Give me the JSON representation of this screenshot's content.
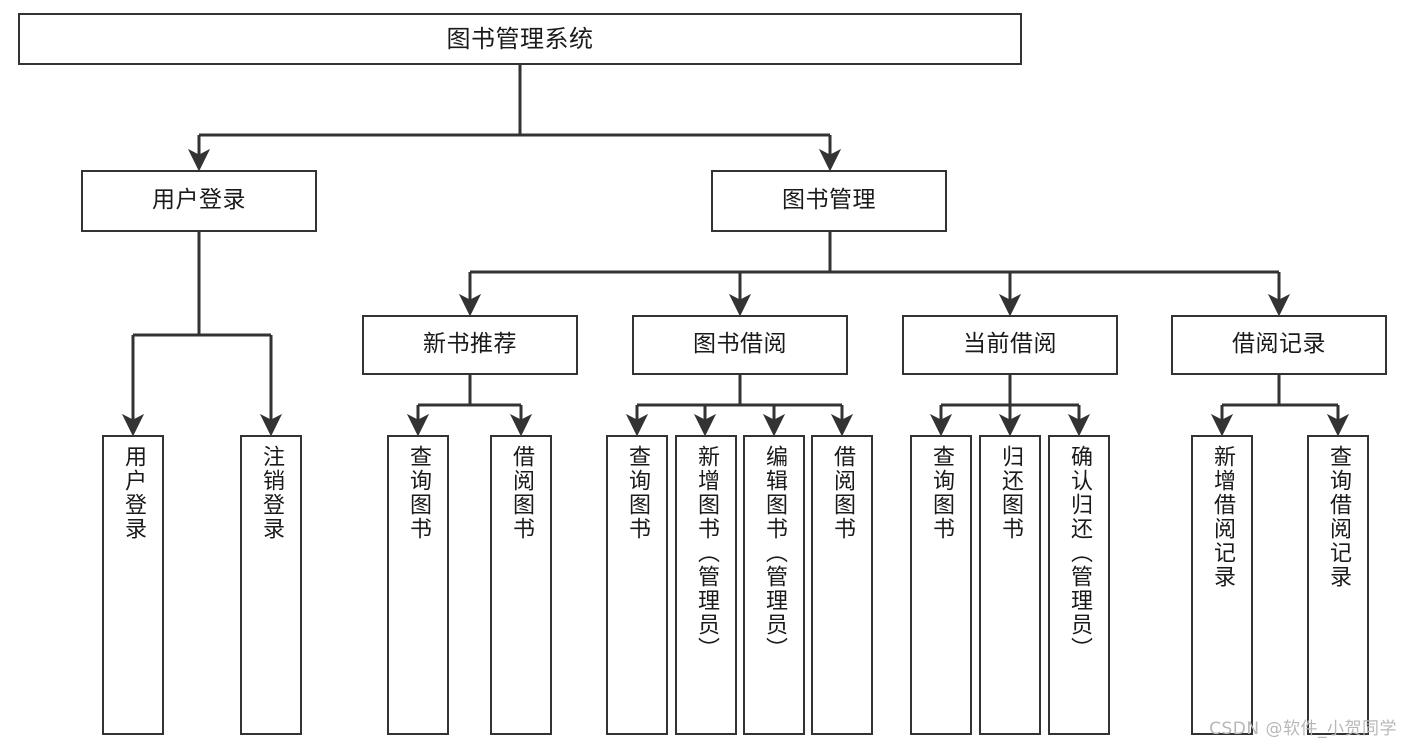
{
  "diagram": {
    "title": "图书管理系统",
    "type": "tree",
    "watermark": "CSDN @软件_小贺同学",
    "colors": {
      "background": "#ffffff",
      "border": "#333333",
      "text": "#1a1a1a",
      "connector": "#333333",
      "watermark": "#b8b8b8"
    },
    "nodes": {
      "root": {
        "label": "图书管理系统"
      },
      "level2": [
        {
          "label": "用户登录"
        },
        {
          "label": "图书管理"
        }
      ],
      "level3": [
        {
          "label": "新书推荐"
        },
        {
          "label": "图书借阅"
        },
        {
          "label": "当前借阅"
        },
        {
          "label": "借阅记录"
        }
      ],
      "leaves": {
        "user_login": [
          {
            "label": "用户登录"
          },
          {
            "label": "注销登录"
          }
        ],
        "new_book": [
          {
            "label": "查询图书"
          },
          {
            "label": "借阅图书"
          }
        ],
        "book_borrow": [
          {
            "label": "查询图书"
          },
          {
            "label": "新增图书（管理员）"
          },
          {
            "label": "编辑图书（管理员）"
          },
          {
            "label": "借阅图书"
          }
        ],
        "current_borrow": [
          {
            "label": "查询图书"
          },
          {
            "label": "归还图书"
          },
          {
            "label": "确认归还（管理员）"
          }
        ],
        "borrow_record": [
          {
            "label": "新增借阅记录"
          },
          {
            "label": "查询借阅记录"
          }
        ]
      }
    }
  }
}
